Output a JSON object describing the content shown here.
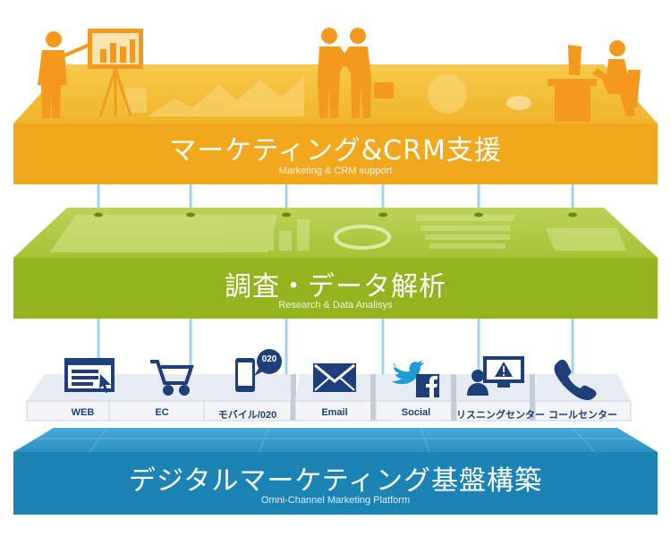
{
  "layers": {
    "top": {
      "title": "マーケティング&CRM支援",
      "subtitle": "Marketing & CRM support",
      "color": "#f2a81d"
    },
    "middle": {
      "title": "調査・データ解析",
      "subtitle": "Research & Data Analisys",
      "color": "#8fb31e"
    },
    "bottom": {
      "title": "デジタルマーケティング基盤構築",
      "subtitle": "Omni-Channel Marketing Platform",
      "color": "#1a86b8"
    }
  },
  "channels": [
    {
      "label": "WEB",
      "icon": "browser-window-icon"
    },
    {
      "label": "EC",
      "icon": "shopping-cart-icon"
    },
    {
      "label": "モバイル/020",
      "icon": "mobile-phone-icon",
      "badge": "020"
    },
    {
      "label": "Email",
      "icon": "envelope-icon"
    },
    {
      "label": "Social",
      "icon": "twitter-facebook-icon"
    },
    {
      "label": "リスニングセンター",
      "icon": "monitor-alert-icon"
    },
    {
      "label": "コールセンター",
      "icon": "telephone-icon"
    }
  ],
  "colors": {
    "accent_orange": "#f39a1e",
    "icon_navy": "#1f3f7a",
    "connector": "#9fd3ee"
  }
}
